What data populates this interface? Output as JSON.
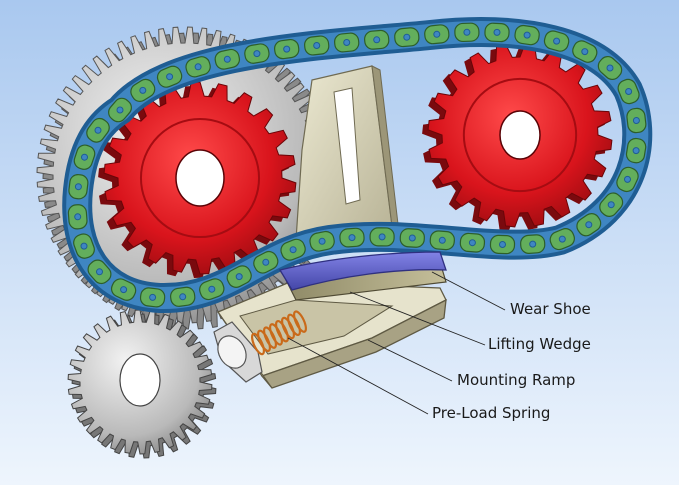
{
  "colors": {
    "background_top": "#a9c8ef",
    "background_bottom": "#eef5fd",
    "sprocket": "#e3141c",
    "chain_link": "#63ae5c",
    "chain_roller": "#3f86c2",
    "gear": "#bdbdbd",
    "wear_shoe": "#5f60c8",
    "bracket": "#d5d1b3"
  },
  "labels": {
    "wear_shoe": "Wear Shoe",
    "lifting_wedge": "Lifting Wedge",
    "mounting_ramp": "Mounting Ramp",
    "preload_spring": "Pre-Load Spring"
  }
}
